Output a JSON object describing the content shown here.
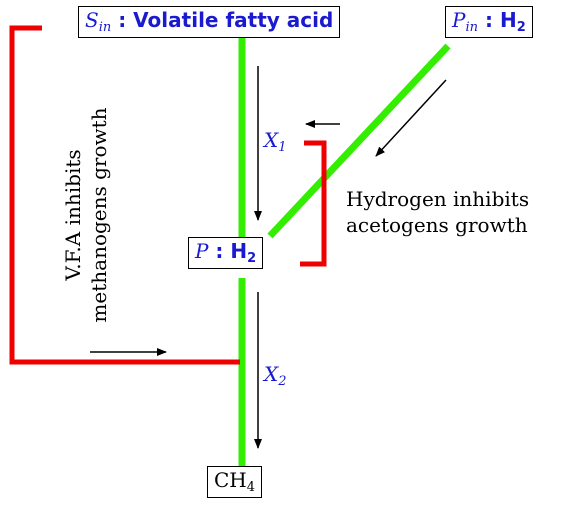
{
  "nodes": {
    "substrate_in": {
      "var": "S",
      "sub": "in",
      "sep": " : ",
      "label": "Volatile fatty acid"
    },
    "hydrogen_in": {
      "var": "P",
      "sub": "in",
      "sep": " : ",
      "label": "H",
      "label_sub": "2"
    },
    "hydrogen_mid": {
      "var": "P",
      "sep": " : ",
      "label": "H",
      "label_sub": "2"
    },
    "methane": {
      "label": "CH",
      "label_sub": "4"
    }
  },
  "populations": {
    "x1": {
      "var": "X",
      "sub": "1"
    },
    "x2": {
      "var": "X",
      "sub": "2"
    }
  },
  "annotations": {
    "hydrogen_inhibits": [
      "Hydrogen inhibits",
      "acetogens growth"
    ],
    "vfa_inhibits": [
      "V.F.A inhibits",
      "methanogens growth"
    ]
  },
  "colors": {
    "flow": "#33ee00",
    "inhibition": "#ee0000",
    "variable": "#1a1ad0",
    "arrow": "#000000"
  }
}
